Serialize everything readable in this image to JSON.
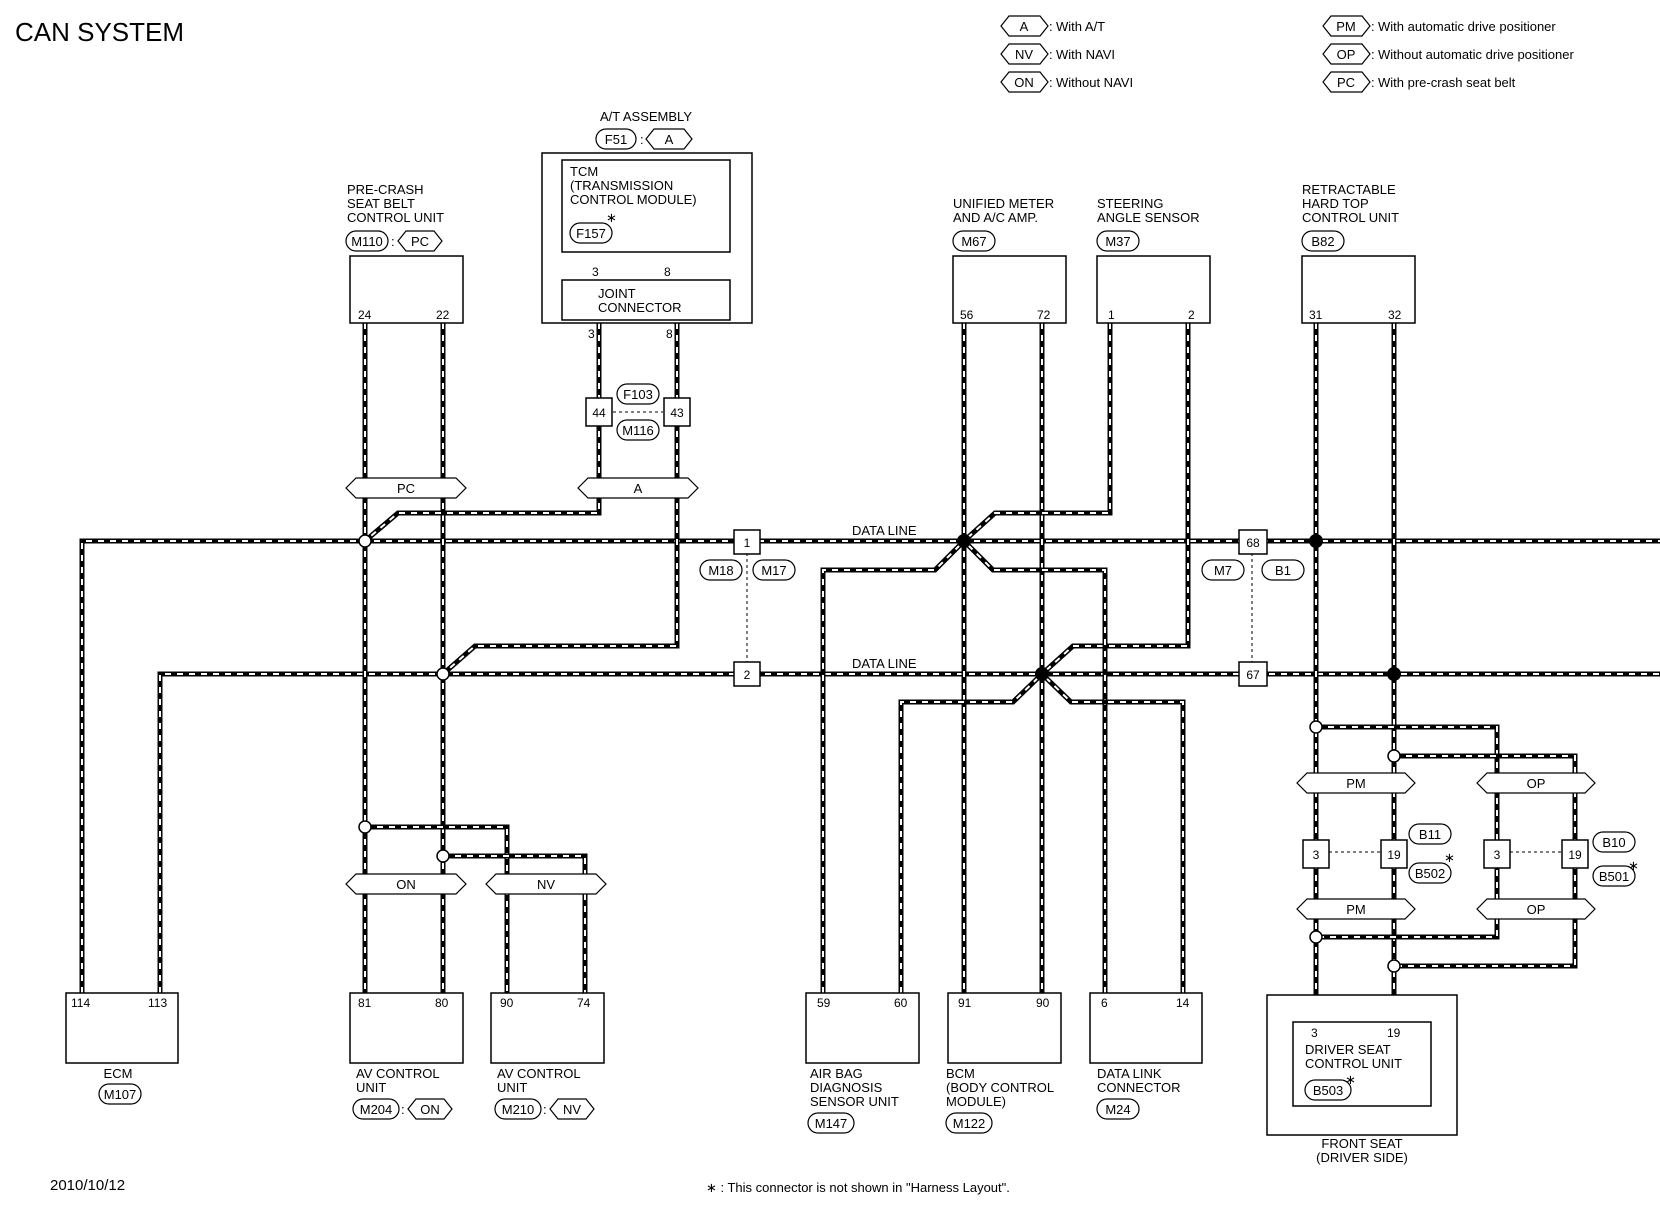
{
  "title": "CAN SYSTEM",
  "date": "2010/10/12",
  "footnote": "∗ : This connector is not shown in \"Harness Layout\".",
  "star": "∗",
  "legend": {
    "sep": ":",
    "a": {
      "code": "A",
      "desc": "With A/T"
    },
    "nv": {
      "code": "NV",
      "desc": "With NAVI"
    },
    "on": {
      "code": "ON",
      "desc": "Without NAVI"
    },
    "pm": {
      "code": "PM",
      "desc": "With automatic drive positioner"
    },
    "op": {
      "code": "OP",
      "desc": "Without automatic drive positioner"
    },
    "pc": {
      "code": "PC",
      "desc": "With pre-crash seat belt"
    }
  },
  "data_line": "DATA LINE",
  "at": {
    "label": "A/T ASSEMBLY",
    "conn": "F51",
    "tcm": [
      "TCM",
      "(TRANSMISSION",
      " CONTROL MODULE)"
    ],
    "tcm_conn": "F157",
    "joint": [
      "JOINT",
      "CONNECTOR"
    ],
    "pins": [
      "3",
      "8"
    ],
    "mid_conn_top": "F103",
    "mid_conn_bot": "M116",
    "mid_pins": [
      "44",
      "43"
    ]
  },
  "precrash": {
    "label": [
      "PRE-CRASH",
      "SEAT BELT",
      "CONTROL UNIT"
    ],
    "conn": "M110",
    "pins": [
      "24",
      "22"
    ]
  },
  "meter": {
    "label": [
      "UNIFIED METER",
      "AND A/C AMP."
    ],
    "conn": "M67",
    "pins": [
      "56",
      "72"
    ]
  },
  "steering": {
    "label": [
      "STEERING",
      "ANGLE SENSOR"
    ],
    "conn": "M37",
    "pins": [
      "1",
      "2"
    ]
  },
  "retract": {
    "label": [
      "RETRACTABLE",
      "HARD TOP",
      "CONTROL UNIT"
    ],
    "conn": "B82",
    "pins": [
      "31",
      "32"
    ]
  },
  "joint1": {
    "pins": [
      "1",
      "2"
    ],
    "conns": [
      "M18",
      "M17"
    ]
  },
  "joint2": {
    "pins": [
      "68",
      "67"
    ],
    "conns": [
      "M7",
      "B1"
    ]
  },
  "ecm": {
    "label": "ECM",
    "conn": "M107",
    "pins": [
      "114",
      "113"
    ]
  },
  "av1": {
    "label": [
      "AV CONTROL",
      "UNIT"
    ],
    "conn": "M204",
    "pins": [
      "81",
      "80"
    ]
  },
  "av2": {
    "label": [
      "AV CONTROL",
      "UNIT"
    ],
    "conn": "M210",
    "pins": [
      "90",
      "74"
    ]
  },
  "airbag": {
    "label": [
      "AIR BAG",
      "DIAGNOSIS",
      "SENSOR UNIT"
    ],
    "conn": "M147",
    "pins": [
      "59",
      "60"
    ]
  },
  "bcm": {
    "label": [
      "BCM",
      "(BODY CONTROL",
      " MODULE)"
    ],
    "conn": "M122",
    "pins": [
      "91",
      "90"
    ]
  },
  "dlc": {
    "label": [
      "DATA LINK",
      "CONNECTOR"
    ],
    "conn": "M24",
    "pins": [
      "6",
      "14"
    ]
  },
  "seat": {
    "label": [
      "DRIVER SEAT",
      "CONTROL UNIT"
    ],
    "conn": "B503",
    "pins": [
      "3",
      "19"
    ],
    "outer_label": [
      "FRONT SEAT",
      "(DRIVER SIDE)"
    ]
  },
  "pm_conn": {
    "pins": [
      "3",
      "19"
    ],
    "conns": [
      "B11",
      "B502"
    ]
  },
  "op_conn": {
    "pins": [
      "3",
      "19"
    ],
    "conns": [
      "B10",
      "B501"
    ]
  }
}
